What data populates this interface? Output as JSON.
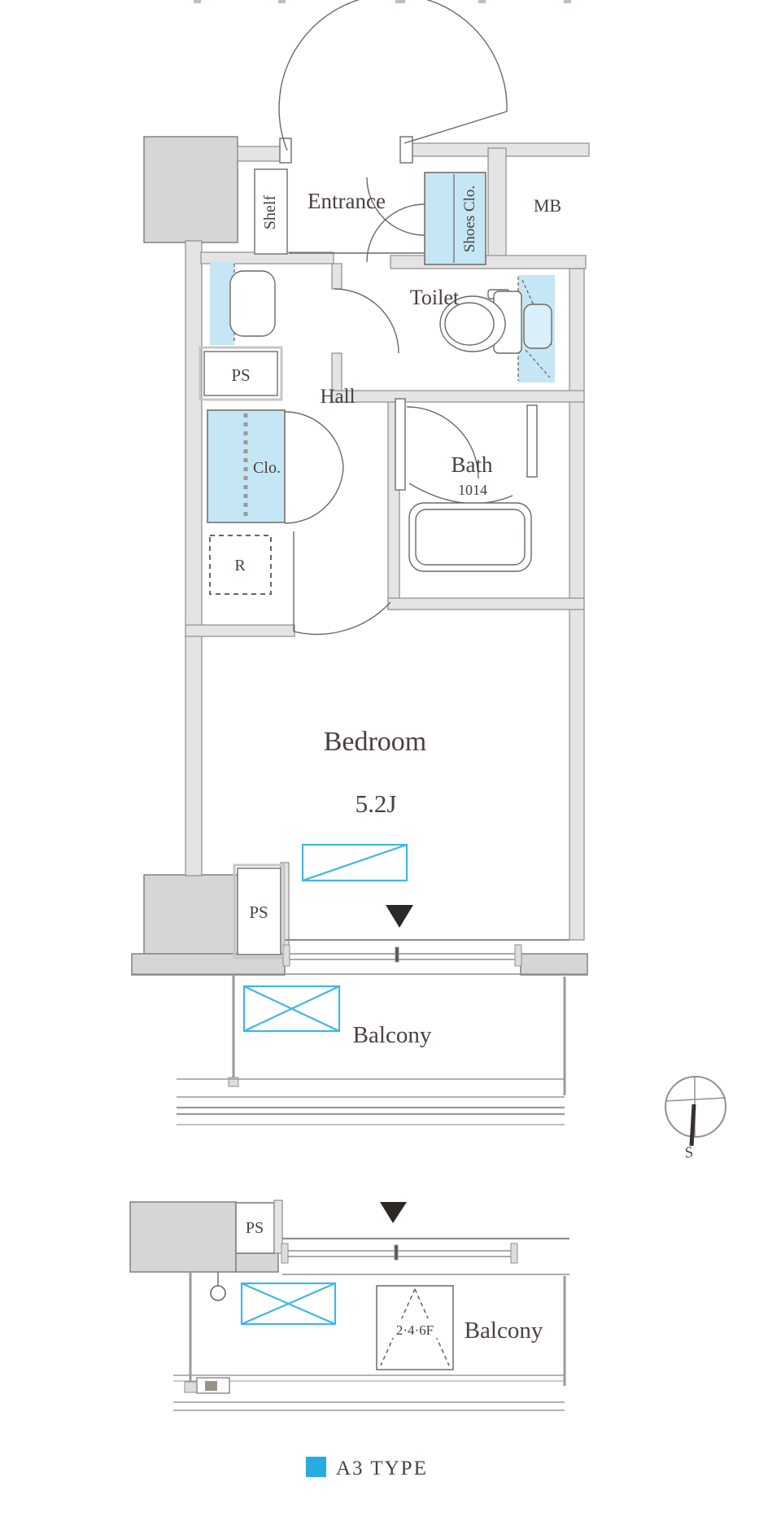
{
  "plan": {
    "title": "A3 type apartment floor plan",
    "labels": {
      "shelf": "Shelf",
      "entrance": "Entrance",
      "shoes_closet": "Shoes Clo.",
      "meter_box": "MB",
      "toilet": "Toilet",
      "hall": "Hall",
      "closet": "Clo.",
      "bath": "Bath",
      "bath_size": "1014",
      "pipe_space_upper": "PS",
      "refrigerator": "R",
      "bedroom": "Bedroom",
      "bedroom_size": "5.2J",
      "pipe_space_main_lower": "PS",
      "balcony": "Balcony"
    },
    "compass": {
      "south": "S"
    },
    "lower": {
      "pipe_space": "PS",
      "hatch_floors": "2·4·6F",
      "balcony": "Balcony"
    },
    "legend": {
      "label": "A3 TYPE",
      "color": "#29abe2"
    },
    "colors": {
      "accent": "#29abe2",
      "fixture_fill": "#c5e6f4",
      "wall_stroke": "#8d8d8d",
      "line": "#6e6864"
    }
  }
}
